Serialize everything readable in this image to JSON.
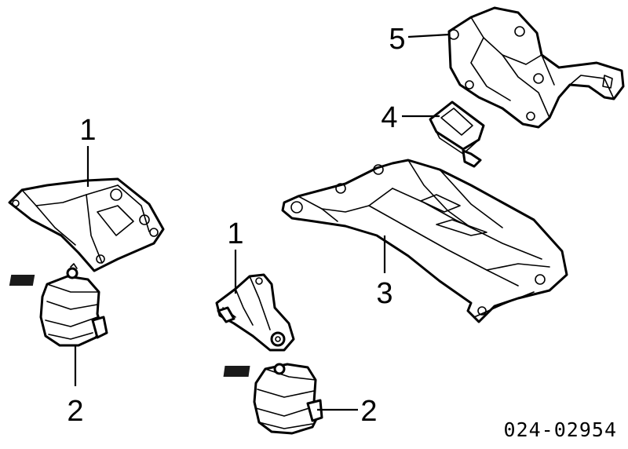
{
  "callouts": [
    {
      "id": "c1a",
      "label": "1"
    },
    {
      "id": "c2a",
      "label": "2"
    },
    {
      "id": "c1b",
      "label": "1"
    },
    {
      "id": "c2b",
      "label": "2"
    },
    {
      "id": "c3",
      "label": "3"
    },
    {
      "id": "c4",
      "label": "4"
    },
    {
      "id": "c5",
      "label": "5"
    }
  ],
  "diagram_number": "024-02954"
}
